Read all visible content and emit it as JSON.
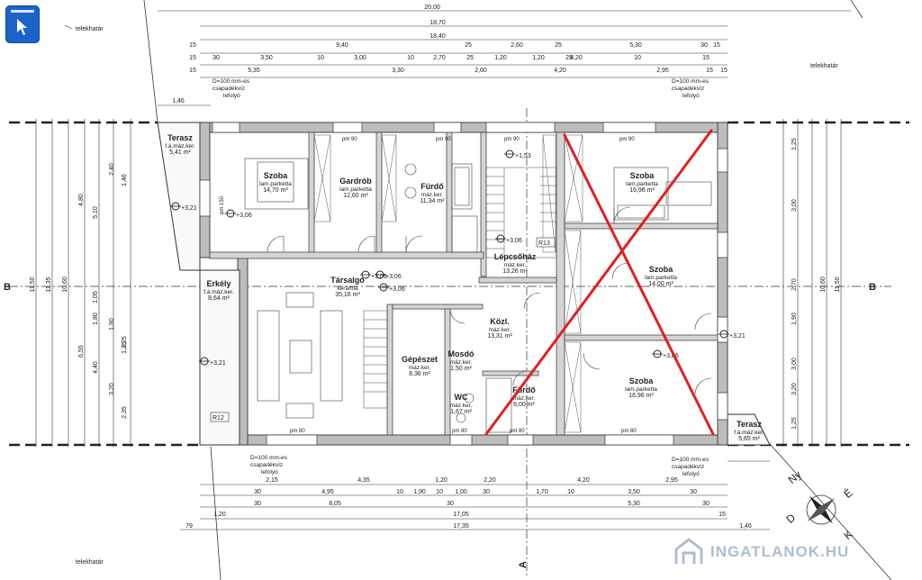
{
  "toolbar": {
    "pointer_tool": "pointer-tool"
  },
  "labels": {
    "telekhatar_tl": "telekhatár",
    "telekhatar_tr": "telekhatár",
    "telekhatar_bl": "telekhatár",
    "downpipe_tl": [
      "D=100 mm-es",
      "csapadékvíz",
      "lefolyó"
    ],
    "downpipe_tr": [
      "D=100 mm-es",
      "csapadékvíz",
      "lefolyó"
    ],
    "downpipe_bl": [
      "D=100 mm-es",
      "csapadékvíz",
      "lefolyó"
    ],
    "downpipe_br": [
      "D=100 mm-es",
      "csapadékvíz",
      "lefolyó"
    ],
    "section_left": "B",
    "section_right": "B",
    "section_bottom": "A",
    "compass": [
      "Ny",
      "É",
      "K",
      "D"
    ],
    "watermark": "INGATLANOK.HU"
  },
  "rooms": [
    {
      "name": "Terasz",
      "sub": "f.á.máz.ker.",
      "area": "5,41 m²"
    },
    {
      "name": "Szoba",
      "sub": "lam.parketta",
      "area": "14,70 m²"
    },
    {
      "name": "Gardrób",
      "sub": "lam.parketta",
      "area": "12,60 m²"
    },
    {
      "name": "Fürdő",
      "sub": "máz.ker.",
      "area": "11,34 m²"
    },
    {
      "name": "Lépcsőház",
      "sub": "máz.ker.",
      "area": "13,26 m²"
    },
    {
      "name": "Szoba",
      "sub": "lam.parketta",
      "area": "16,96 m²"
    },
    {
      "name": "Szoba",
      "sub": "lam.parketta",
      "area": "14,00 m²"
    },
    {
      "name": "Erkély",
      "sub": "f.á.máz.ker.",
      "area": "8,64 m²"
    },
    {
      "name": "Társalgó",
      "sub": "kerámia",
      "area": "35,16 m²"
    },
    {
      "name": "Gépészet",
      "sub": "máz.ker.",
      "area": "8,36 m²"
    },
    {
      "name": "Közl.",
      "sub": "máz.ker.",
      "area": "13,31 m²"
    },
    {
      "name": "Mosdó",
      "sub": "máz.ker.",
      "area": "1,50 m²"
    },
    {
      "name": "WC",
      "sub": "máz.ker.",
      "area": "1,67 m²"
    },
    {
      "name": "Fürdő",
      "sub": "máz.ker.",
      "area": "6,00 m²"
    },
    {
      "name": "Szoba",
      "sub": "lam.parketta",
      "area": "16,96 m²"
    },
    {
      "name": "Terasz",
      "sub": "f.á.máz.ker.",
      "area": "5,65 m²"
    }
  ],
  "levels": [
    "+3,21",
    "+3,06",
    "+3,06",
    "+1,53",
    "+3,06",
    "+3,06",
    "+3,21",
    "+3,21",
    "+3,06",
    "+3,06"
  ],
  "tags": [
    "R13",
    "R12"
  ],
  "windows": [
    "pm 90",
    "pm 90",
    "pm 90",
    "pm 90",
    "pm 80",
    "pm 80",
    "pm 80",
    "pm 80",
    "pm 150"
  ],
  "dims_top": [
    {
      "v": "20,00"
    },
    {
      "v": "18,70"
    },
    {
      "v": "18,40"
    },
    {
      "v": "15"
    },
    {
      "v": "9,40"
    },
    {
      "v": "25"
    },
    {
      "v": "2,60"
    },
    {
      "v": "25"
    },
    {
      "v": "5,30"
    },
    {
      "v": "30"
    },
    {
      "v": "15"
    },
    {
      "v": "15"
    },
    {
      "v": "30"
    },
    {
      "v": "3,50"
    },
    {
      "v": "10"
    },
    {
      "v": "3,00"
    },
    {
      "v": "10"
    },
    {
      "v": "2,70"
    },
    {
      "v": "25"
    },
    {
      "v": "1,20"
    },
    {
      "v": "1,20"
    },
    {
      "v": "25"
    },
    {
      "v": "4,20"
    },
    {
      "v": "10"
    },
    {
      "v": "15"
    },
    {
      "v": "15"
    },
    {
      "v": "5,35"
    },
    {
      "v": "3,30"
    },
    {
      "v": "2,60"
    },
    {
      "v": "4,20"
    },
    {
      "v": "2,95"
    },
    {
      "v": "15"
    },
    {
      "v": "15"
    },
    {
      "v": "1,46"
    }
  ],
  "dims_bottom": [
    {
      "v": "2,15"
    },
    {
      "v": "4,35"
    },
    {
      "v": "1,20"
    },
    {
      "v": "2,20"
    },
    {
      "v": "4,20"
    },
    {
      "v": "2,95"
    },
    {
      "v": "30"
    },
    {
      "v": "4,95"
    },
    {
      "v": "10"
    },
    {
      "v": "1,90"
    },
    {
      "v": "10"
    },
    {
      "v": "1,00"
    },
    {
      "v": "30"
    },
    {
      "v": "1,70"
    },
    {
      "v": "10"
    },
    {
      "v": "3,50"
    },
    {
      "v": "30"
    },
    {
      "v": "30"
    },
    {
      "v": "8,05"
    },
    {
      "v": "30"
    },
    {
      "v": "5,30"
    },
    {
      "v": "30"
    },
    {
      "v": "1,20"
    },
    {
      "v": "17,05"
    },
    {
      "v": "15"
    },
    {
      "v": "79"
    },
    {
      "v": "17,35"
    },
    {
      "v": "1,46"
    }
  ],
  "dims_left": [
    {
      "v": "11,50"
    },
    {
      "v": "11,35"
    },
    {
      "v": "10,60"
    },
    {
      "v": "6,55"
    },
    {
      "v": "4,80"
    },
    {
      "v": "5,10"
    },
    {
      "v": "4,40"
    },
    {
      "v": "2,40"
    },
    {
      "v": "3,20"
    },
    {
      "v": "2,35"
    },
    {
      "v": "1,05"
    },
    {
      "v": "1,80"
    },
    {
      "v": "1,90"
    },
    {
      "v": "2,25"
    },
    {
      "v": "1,46"
    },
    {
      "v": "1,35"
    }
  ],
  "dims_right": [
    {
      "v": "11,50"
    },
    {
      "v": "10,60"
    },
    {
      "v": "3,00"
    },
    {
      "v": "2,70"
    },
    {
      "v": "1,90"
    },
    {
      "v": "3,00"
    },
    {
      "v": "3,20"
    },
    {
      "v": "1,25"
    },
    {
      "v": "1,25"
    }
  ]
}
